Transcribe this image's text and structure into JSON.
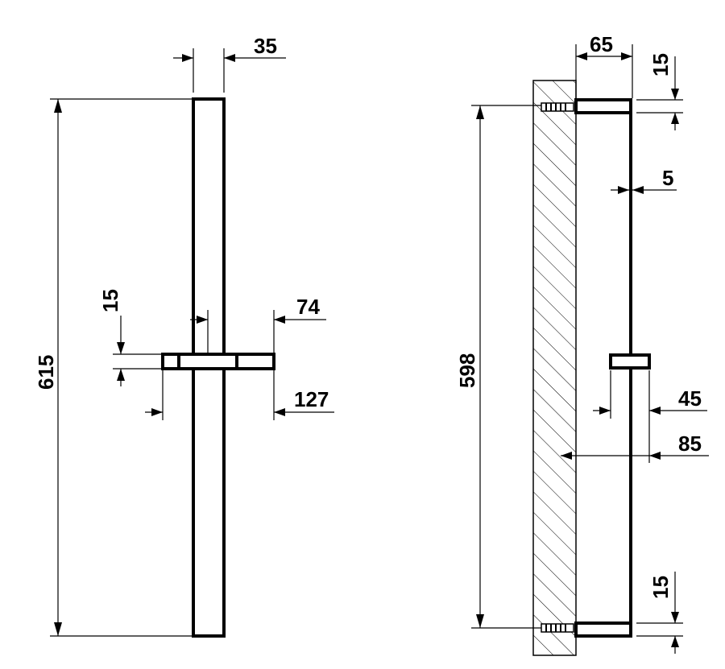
{
  "labels": {
    "front_width": "35",
    "front_height": "615",
    "slider_thickness": "15",
    "slider_inner": "74",
    "slider_outer": "127",
    "side_depth": "65",
    "side_top_bracket": "15",
    "side_bar_dia": "5",
    "side_height": "598",
    "side_slider": "45",
    "side_total": "85",
    "side_bottom_bracket": "15"
  }
}
